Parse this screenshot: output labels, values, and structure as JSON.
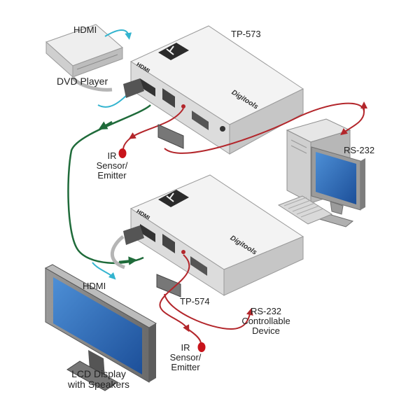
{
  "labels": {
    "hdmi_top": "HDMI",
    "dvd_player": "DVD Player",
    "tp573": "TP-573",
    "ir_top_line1": "IR",
    "ir_top_line2": "Sensor/",
    "ir_top_line3": "Emitter",
    "rs232_pc": "RS-232",
    "tp574": "TP-574",
    "hdmi_bottom": "HDMI",
    "rs232_device_line1": "RS-232",
    "rs232_device_line2": "Controllable",
    "rs232_device_line3": "Device",
    "ir_bottom_line1": "IR",
    "ir_bottom_line2": "Sensor/",
    "ir_bottom_line3": "Emitter",
    "lcd_line1": "LCD Display",
    "lcd_line2": "with Speakers"
  },
  "device_print": {
    "hdmi_port": "HDMI",
    "brand": "Digitools"
  },
  "colors": {
    "hdmi_cable": "#33b4cf",
    "tp_cable": "#1f6b3a",
    "rs232_cable": "#b3262b",
    "ir_bulb": "#c8141b",
    "device_top": "#f2f2f2",
    "device_front": "#dcdcdc",
    "device_side": "#c4c4c4"
  }
}
